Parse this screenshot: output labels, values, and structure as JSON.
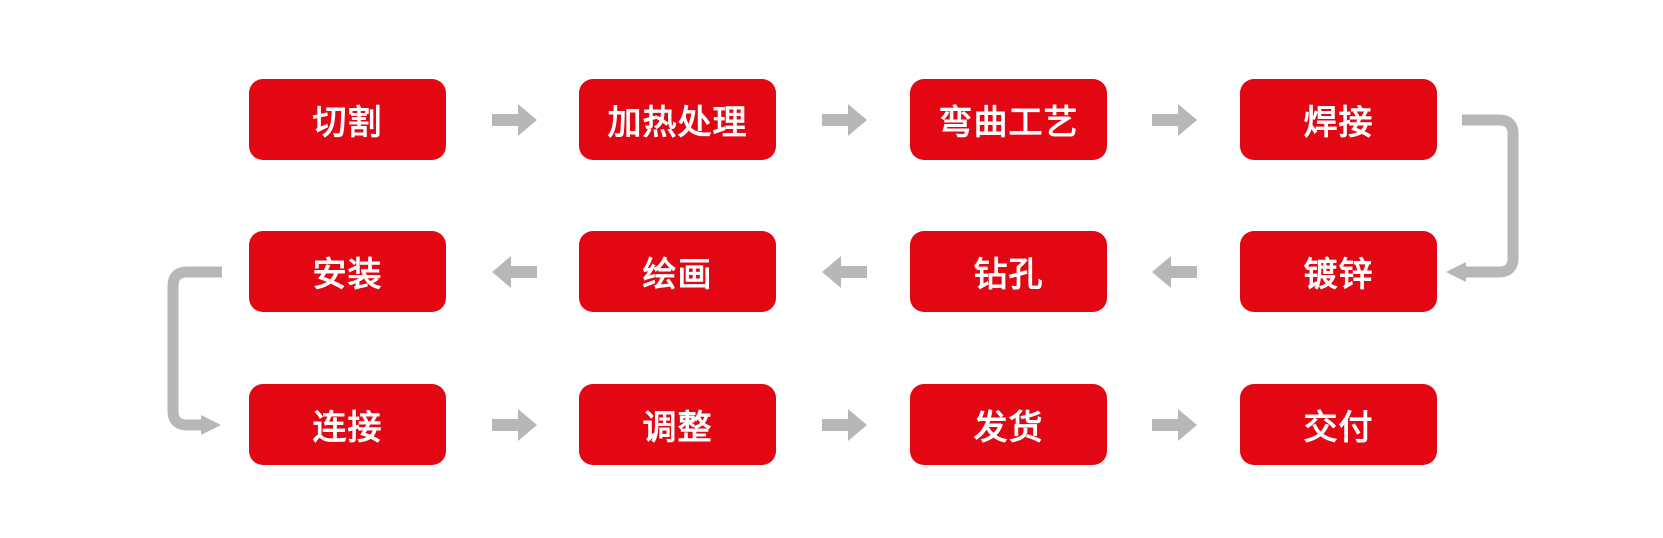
{
  "colors": {
    "step_fill": "#e30613",
    "step_text": "#ffffff",
    "arrow": "#b7b7b7",
    "background": "#ffffff"
  },
  "steps": [
    {
      "label": "切割"
    },
    {
      "label": "加热处理"
    },
    {
      "label": "弯曲工艺"
    },
    {
      "label": "焊接"
    },
    {
      "label": "镀锌"
    },
    {
      "label": "钻孔"
    },
    {
      "label": "绘画"
    },
    {
      "label": "安装"
    },
    {
      "label": "连接"
    },
    {
      "label": "调整"
    },
    {
      "label": "发货"
    },
    {
      "label": "交付"
    }
  ]
}
